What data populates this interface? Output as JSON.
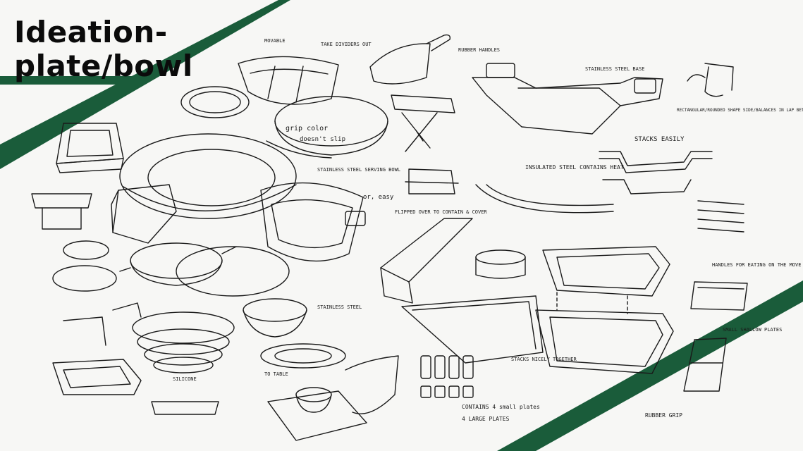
{
  "title": {
    "line1": "Ideation-",
    "line2": "plate/bowl"
  },
  "colors": {
    "accent_green": "#1a5c3a",
    "background": "#f7f7f5",
    "ink": "#1a1a1a"
  },
  "annotations": {
    "movable": "MOVABLE",
    "take_dividers_out": "TAKE DIVIDERS OUT",
    "rubber_handles": "RUBBER HANDLES",
    "stainless_steel_base": "STAINLESS STEEL BASE",
    "rectangular_shape": "RECTANGULAR/ROUNDED SHAPE SIDE/BALANCES IN LAP BETTER",
    "stacks_easily": "STACKS EASILY",
    "insulated_steel": "INSULATED STEEL CONTAINS HEAT",
    "grip_color": "grip color",
    "doesnt_slip": "doesn't slip",
    "flipped_over": "FLIPPED OVER TO CONTAIN & COVER",
    "handles_for_eating": "HANDLES FOR EATING ON THE MOVE",
    "stacks_nicely": "STACKS NICELY TOGETHER",
    "contains_plates": "CONTAINS 4 small plates",
    "large_plates": "4 LARGE PLATES",
    "rubber_grip": "RUBBER GRIP",
    "small_shallow_plates": "SMALL SHALLOW PLATES",
    "silicone": "SILICONE",
    "stainless_steel": "STAINLESS STEEL",
    "to_table": "TO TABLE",
    "serving_bowl": "STAINLESS STEEL SERVING BOWL",
    "or_easy": "or, easy"
  }
}
